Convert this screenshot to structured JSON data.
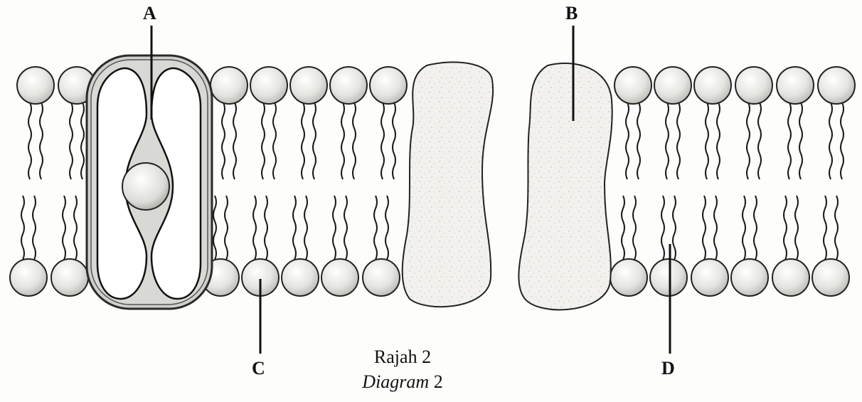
{
  "labels": {
    "a": "A",
    "b": "B",
    "c": "C",
    "d": "D"
  },
  "caption": {
    "malay": "Rajah 2",
    "english_italic": "Diagram",
    "english_num": " 2"
  },
  "colors": {
    "head_fill": "#e6e6e2",
    "head_stroke": "#222222",
    "protein_fill": "#f1f0ec",
    "carrier_fill": "#ffffff",
    "carrier_shadow": "#8f8f8f",
    "line": "#111111"
  }
}
